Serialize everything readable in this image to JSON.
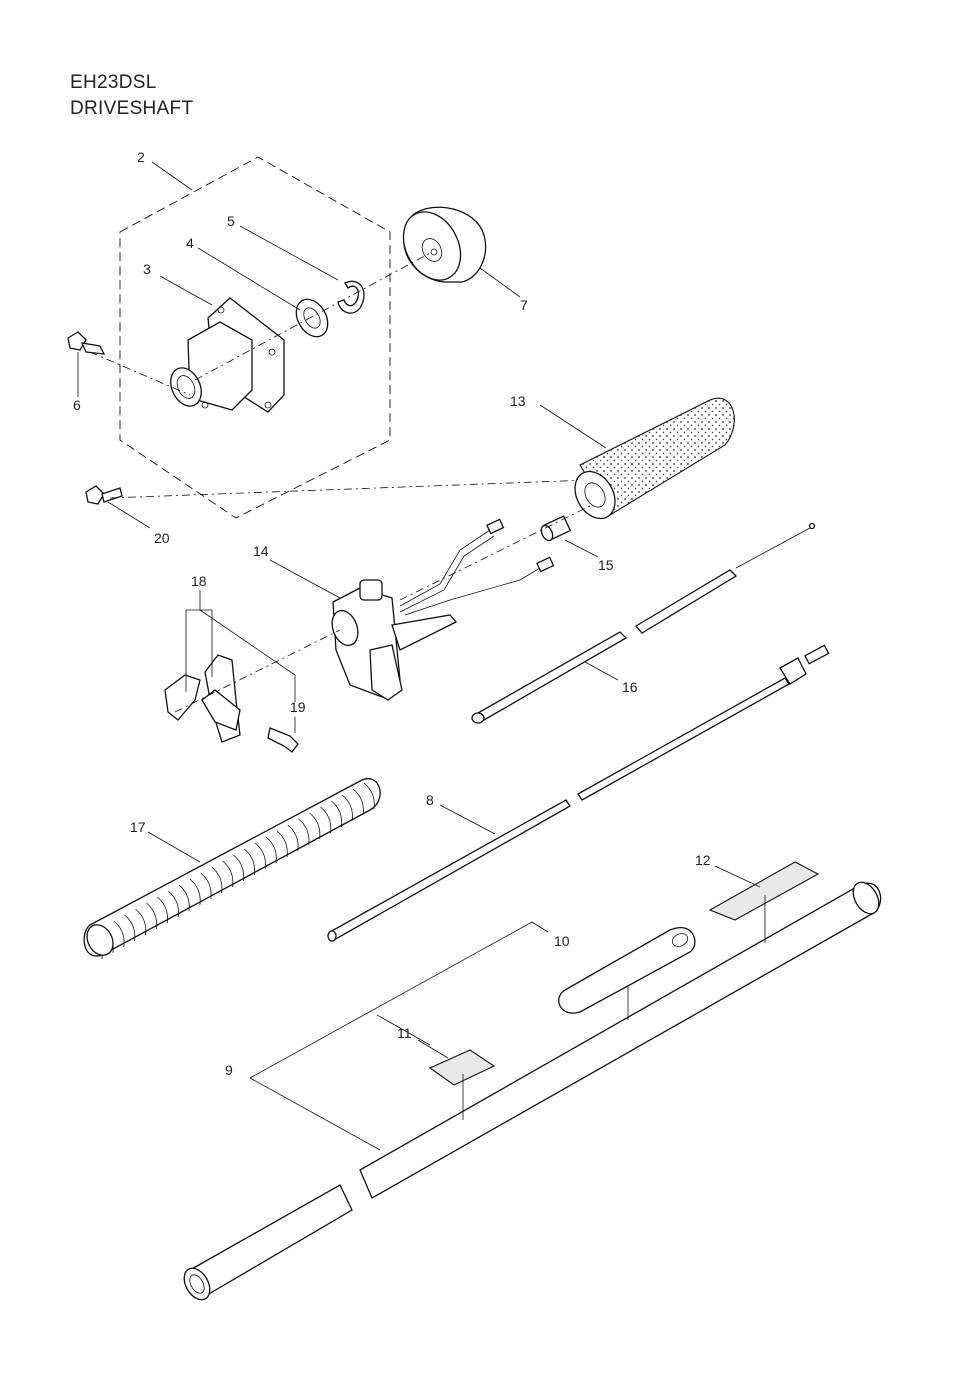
{
  "title": {
    "model": "EH23DSL",
    "section": "DRIVESHAFT"
  },
  "callouts": [
    {
      "id": "2",
      "label": "2"
    },
    {
      "id": "3",
      "label": "3"
    },
    {
      "id": "4",
      "label": "4"
    },
    {
      "id": "5",
      "label": "5"
    },
    {
      "id": "6",
      "label": "6"
    },
    {
      "id": "7",
      "label": "7"
    },
    {
      "id": "8",
      "label": "8"
    },
    {
      "id": "9",
      "label": "9"
    },
    {
      "id": "10",
      "label": "10"
    },
    {
      "id": "11",
      "label": "11"
    },
    {
      "id": "12",
      "label": "12"
    },
    {
      "id": "13",
      "label": "13"
    },
    {
      "id": "14",
      "label": "14"
    },
    {
      "id": "15",
      "label": "15"
    },
    {
      "id": "16",
      "label": "16"
    },
    {
      "id": "17",
      "label": "17"
    },
    {
      "id": "18",
      "label": "18"
    },
    {
      "id": "19",
      "label": "19"
    },
    {
      "id": "20",
      "label": "20"
    }
  ],
  "colors": {
    "line": "#111111",
    "background": "#ffffff",
    "label_fill": "#e8e8e8"
  }
}
